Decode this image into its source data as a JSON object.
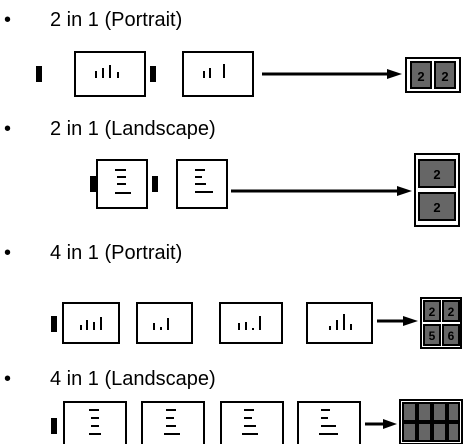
{
  "bullet_char": "•",
  "items": [
    {
      "label": "2 in 1 (Portrait)",
      "result_numbers": [
        "2",
        "2"
      ]
    },
    {
      "label": "2 in 1 (Landscape)",
      "result_numbers": [
        "2",
        "2"
      ]
    },
    {
      "label": "4 in 1 (Portrait)",
      "result_numbers": [
        "2",
        "2",
        "5",
        "6"
      ]
    },
    {
      "label": "4 in 1 (Landscape)",
      "result_numbers": []
    }
  ]
}
